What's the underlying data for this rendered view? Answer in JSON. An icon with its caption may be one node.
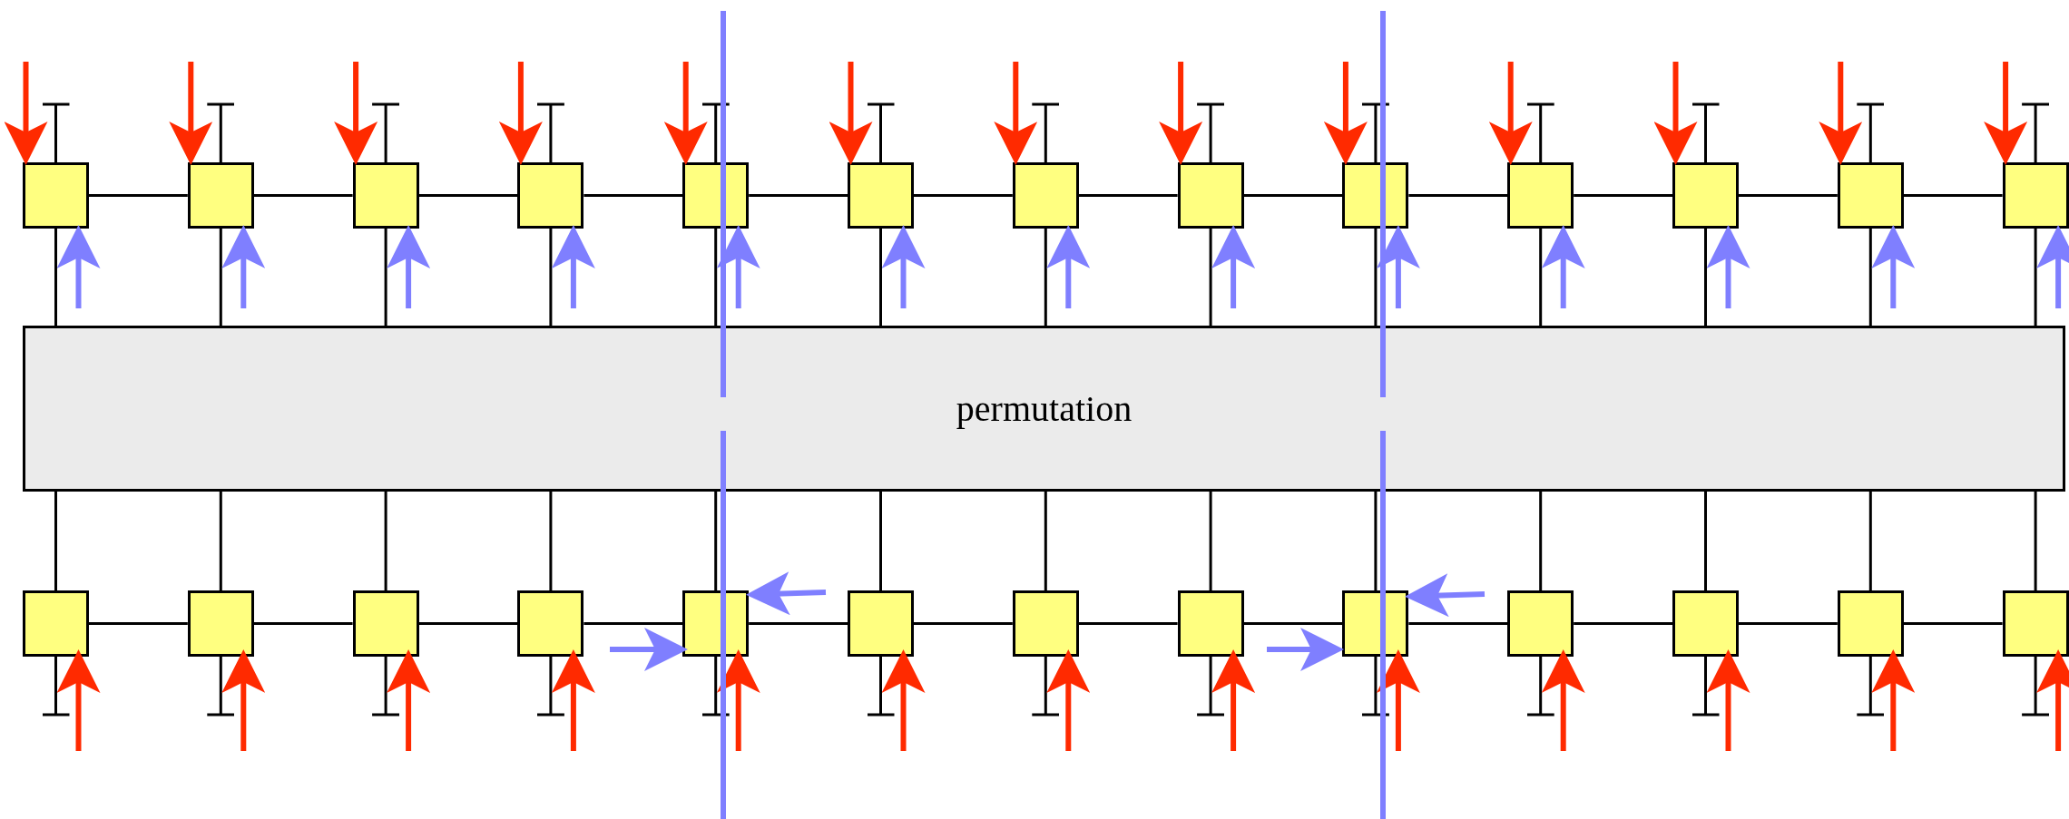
{
  "diagram": {
    "nodes": [
      {
        "text": [],
        "shape": "box"
      },
      {
        "text": [],
        "shape": "box"
      },
      {
        "text": [],
        "shape": "box"
      },
      {
        "text": [],
        "shape": "box"
      },
      {
        "text": [],
        "shape": "box"
      },
      {
        "text": [],
        "shape": "box"
      },
      {
        "text": [],
        "shape": "box"
      },
      {
        "text": [],
        "shape": "box"
      },
      {
        "text": [],
        "shape": "box"
      },
      {
        "text": [],
        "shape": "box"
      },
      {
        "text": [],
        "shape": "box"
      },
      {
        "text": [],
        "shape": "box"
      },
      {
        "text": [],
        "shape": "box"
      },
      {
        "text": [
          "permutation"
        ]
      },
      {
        "text": [],
        "shape": "box"
      },
      {
        "text": [],
        "shape": "box"
      },
      {
        "text": [],
        "shape": "box"
      },
      {
        "text": [],
        "shape": "box"
      },
      {
        "text": [],
        "shape": "box"
      },
      {
        "text": [],
        "shape": "box"
      },
      {
        "text": [],
        "shape": "box"
      },
      {
        "text": [],
        "shape": "box"
      },
      {
        "text": [],
        "shape": "box"
      },
      {
        "text": [],
        "shape": "box"
      },
      {
        "text": [],
        "shape": "box"
      },
      {
        "text": [],
        "shape": "box"
      },
      {
        "text": [],
        "shape": "box"
      }
    ],
    "edges": [
      {
        "from": 0,
        "to": 1,
        "arrow": "none"
      },
      {
        "from": 1,
        "to": 2,
        "arrow": "none"
      },
      {
        "from": 2,
        "to": 3,
        "arrow": "none"
      },
      {
        "from": 3,
        "to": 4,
        "arrow": "none"
      },
      {
        "from": 4,
        "to": 5,
        "arrow": "none"
      },
      {
        "from": 5,
        "to": 6,
        "arrow": "none"
      },
      {
        "from": 6,
        "to": 7,
        "arrow": "none"
      },
      {
        "from": 7,
        "to": 8,
        "arrow": "none"
      },
      {
        "from": 8,
        "to": 9,
        "arrow": "none"
      },
      {
        "from": 9,
        "to": 10,
        "arrow": "none"
      },
      {
        "from": 10,
        "to": 11,
        "arrow": "none"
      },
      {
        "from": 11,
        "to": 12,
        "arrow": "none"
      },
      {
        "from": 0,
        "to": null,
        "arrow": "other"
      },
      {
        "from": 1,
        "to": null,
        "arrow": "other"
      },
      {
        "from": 2,
        "to": null,
        "arrow": "other"
      },
      {
        "from": 3,
        "to": null,
        "arrow": "other"
      },
      {
        "from": 4,
        "to": null,
        "arrow": "other"
      },
      {
        "from": 5,
        "to": null,
        "arrow": "other"
      },
      {
        "from": 6,
        "to": null,
        "arrow": "other"
      },
      {
        "from": 7,
        "to": null,
        "arrow": "other"
      },
      {
        "from": 8,
        "to": null,
        "arrow": "other"
      },
      {
        "from": 9,
        "to": null,
        "arrow": "other"
      },
      {
        "from": 10,
        "to": null,
        "arrow": "other"
      },
      {
        "from": 11,
        "to": null,
        "arrow": "other"
      },
      {
        "from": 12,
        "to": null,
        "arrow": "other"
      },
      {
        "from": 0,
        "to": 13,
        "arrow": "none"
      },
      {
        "from": 1,
        "to": 13,
        "arrow": "none"
      },
      {
        "from": 2,
        "to": 13,
        "arrow": "none"
      },
      {
        "from": 3,
        "to": 13,
        "arrow": "none"
      },
      {
        "from": 4,
        "to": 13,
        "arrow": "none"
      },
      {
        "from": 5,
        "to": 13,
        "arrow": "none"
      },
      {
        "from": 6,
        "to": 13,
        "arrow": "none"
      },
      {
        "from": 7,
        "to": 13,
        "arrow": "none"
      },
      {
        "from": 8,
        "to": 13,
        "arrow": "none"
      },
      {
        "from": 9,
        "to": 13,
        "arrow": "none"
      },
      {
        "from": 10,
        "to": 13,
        "arrow": "none"
      },
      {
        "from": 11,
        "to": 13,
        "arrow": "none"
      },
      {
        "from": 12,
        "to": 13,
        "arrow": "none"
      },
      {
        "from": 13,
        "to": 14,
        "arrow": "none"
      },
      {
        "from": 13,
        "to": 15,
        "arrow": "none"
      },
      {
        "from": 13,
        "to": 16,
        "arrow": "none"
      },
      {
        "from": 13,
        "to": 17,
        "arrow": "none"
      },
      {
        "from": 13,
        "to": 18,
        "arrow": "none"
      },
      {
        "from": 13,
        "to": 19,
        "arrow": "none"
      },
      {
        "from": 13,
        "to": 20,
        "arrow": "none"
      },
      {
        "from": 13,
        "to": 21,
        "arrow": "none"
      },
      {
        "from": 13,
        "to": 22,
        "arrow": "none"
      },
      {
        "from": 13,
        "to": 23,
        "arrow": "none"
      },
      {
        "from": 13,
        "to": 24,
        "arrow": "none"
      },
      {
        "from": 13,
        "to": 25,
        "arrow": "none"
      },
      {
        "from": 13,
        "to": 26,
        "arrow": "none"
      },
      {
        "from": 14,
        "to": 15,
        "arrow": "none"
      },
      {
        "from": 15,
        "to": 16,
        "arrow": "none"
      },
      {
        "from": 16,
        "to": 17,
        "arrow": "none"
      },
      {
        "from": 17,
        "to": 18,
        "arrow": "none"
      },
      {
        "from": 18,
        "to": 19,
        "arrow": "none"
      },
      {
        "from": 19,
        "to": 20,
        "arrow": "none"
      },
      {
        "from": 20,
        "to": 21,
        "arrow": "none"
      },
      {
        "from": 21,
        "to": 22,
        "arrow": "none"
      },
      {
        "from": 22,
        "to": 23,
        "arrow": "none"
      },
      {
        "from": 23,
        "to": 24,
        "arrow": "none"
      },
      {
        "from": 24,
        "to": 25,
        "arrow": "none"
      },
      {
        "from": 25,
        "to": 26,
        "arrow": "none"
      },
      {
        "from": 14,
        "to": null,
        "arrow": "other"
      },
      {
        "from": 15,
        "to": null,
        "arrow": "other"
      },
      {
        "from": 16,
        "to": null,
        "arrow": "other"
      },
      {
        "from": 17,
        "to": null,
        "arrow": "other"
      },
      {
        "from": 18,
        "to": null,
        "arrow": "other"
      },
      {
        "from": 19,
        "to": null,
        "arrow": "other"
      },
      {
        "from": 20,
        "to": null,
        "arrow": "other"
      },
      {
        "from": 21,
        "to": null,
        "arrow": "other"
      },
      {
        "from": 22,
        "to": null,
        "arrow": "other"
      },
      {
        "from": 23,
        "to": null,
        "arrow": "other"
      },
      {
        "from": 24,
        "to": null,
        "arrow": "other"
      },
      {
        "from": 25,
        "to": null,
        "arrow": "other"
      },
      {
        "from": 26,
        "to": null,
        "arrow": "other"
      }
    ]
  }
}
